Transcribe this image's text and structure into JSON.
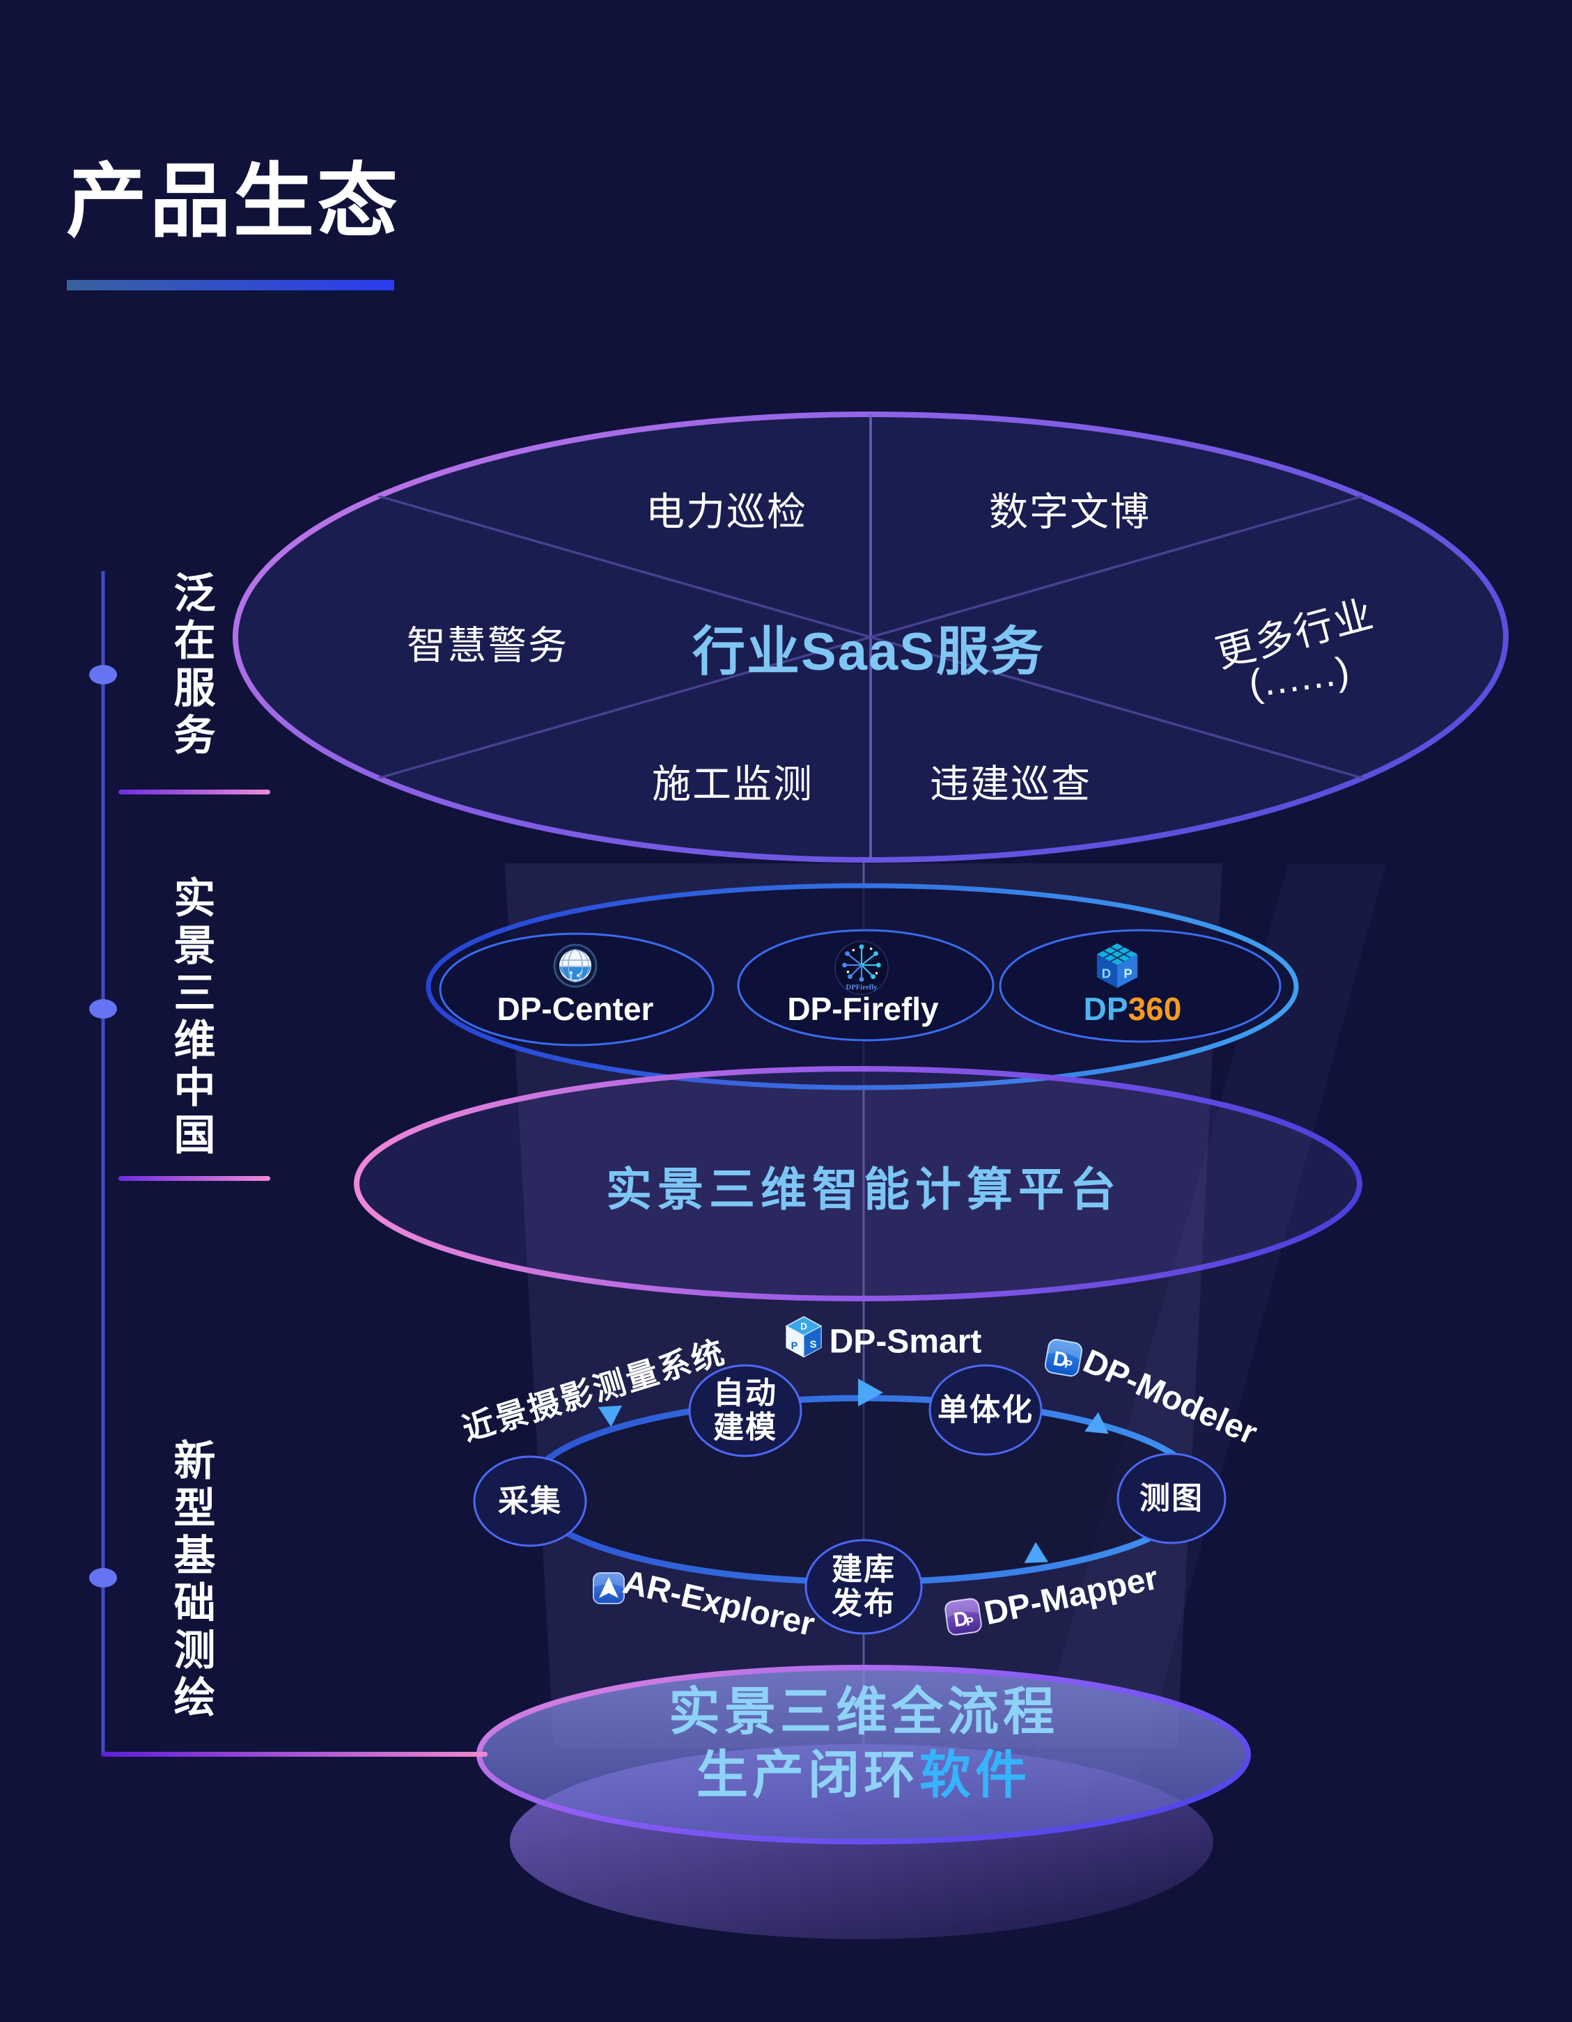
{
  "title": {
    "text": "产品生态"
  },
  "timeline": {
    "levels": [
      {
        "label": "泛在服务"
      },
      {
        "label": "实景三维中国"
      },
      {
        "label": "新型基础测绘"
      }
    ]
  },
  "saas": {
    "center": "行业SaaS服务",
    "sectors": {
      "power_inspection": "电力巡检",
      "digital_museum": "数字文博",
      "smart_policing": "智慧警务",
      "more_industries": "更多行业",
      "more_ellipsis": "(......)",
      "construction_monitoring": "施工监测",
      "illegal_construction_patrol": "违建巡查"
    }
  },
  "products_ring": {
    "dp_center": {
      "label": "DP-Center"
    },
    "dp_firefly": {
      "label": "DP-Firefly",
      "icon_text": "DPFirefly"
    },
    "dp360": {
      "label_dp": "DP",
      "label_360": "360"
    }
  },
  "computing_platform": {
    "label": "实景三维智能计算平台"
  },
  "cycle": {
    "system_label": "近景摄影测量系统",
    "nodes": {
      "collection": {
        "lines": [
          "采集"
        ]
      },
      "auto_modeling": {
        "lines": [
          "自动",
          "建模"
        ]
      },
      "monomerization": {
        "lines": [
          "单体化"
        ]
      },
      "mapping": {
        "lines": [
          "测图"
        ]
      },
      "db_publish": {
        "lines": [
          "建库",
          "发布"
        ]
      }
    },
    "tools": {
      "dp_smart": {
        "label": "DP-Smart",
        "cube": [
          "D",
          "P",
          "S"
        ]
      },
      "dp_modeler": {
        "label": "DP-Modeler",
        "monogram": [
          "D",
          "P"
        ]
      },
      "ar_explorer": {
        "label": "AR-Explorer"
      },
      "dp_mapper": {
        "label": "DP-Mapper",
        "monogram": [
          "D",
          "P"
        ]
      }
    }
  },
  "bottom": {
    "line1": "实景三维全流程",
    "line2_prefix": "生产闭环",
    "line2_highlight": "软件"
  },
  "icons": {
    "dp_center": "globe-icon",
    "dp_firefly": "sparkle-icon",
    "dp360": "cube-grid-icon",
    "dp_smart": "cube-dps-icon",
    "dp_modeler": "dp-monogram-blue-icon",
    "ar_explorer": "location-arrow-icon",
    "dp_mapper": "dp-monogram-purple-icon"
  },
  "colors": {
    "background": "#10123a",
    "accent_pink": "#ef85d6",
    "accent_purple": "#8a60e6",
    "accent_blue": "#3f8ef0",
    "saas_text": "#80c6f4",
    "platform_text": "#7cc6f5",
    "dp360_dp": "#4db4f0",
    "dp360_360": "#f59a22",
    "software_highlight": "#35b3fb"
  }
}
